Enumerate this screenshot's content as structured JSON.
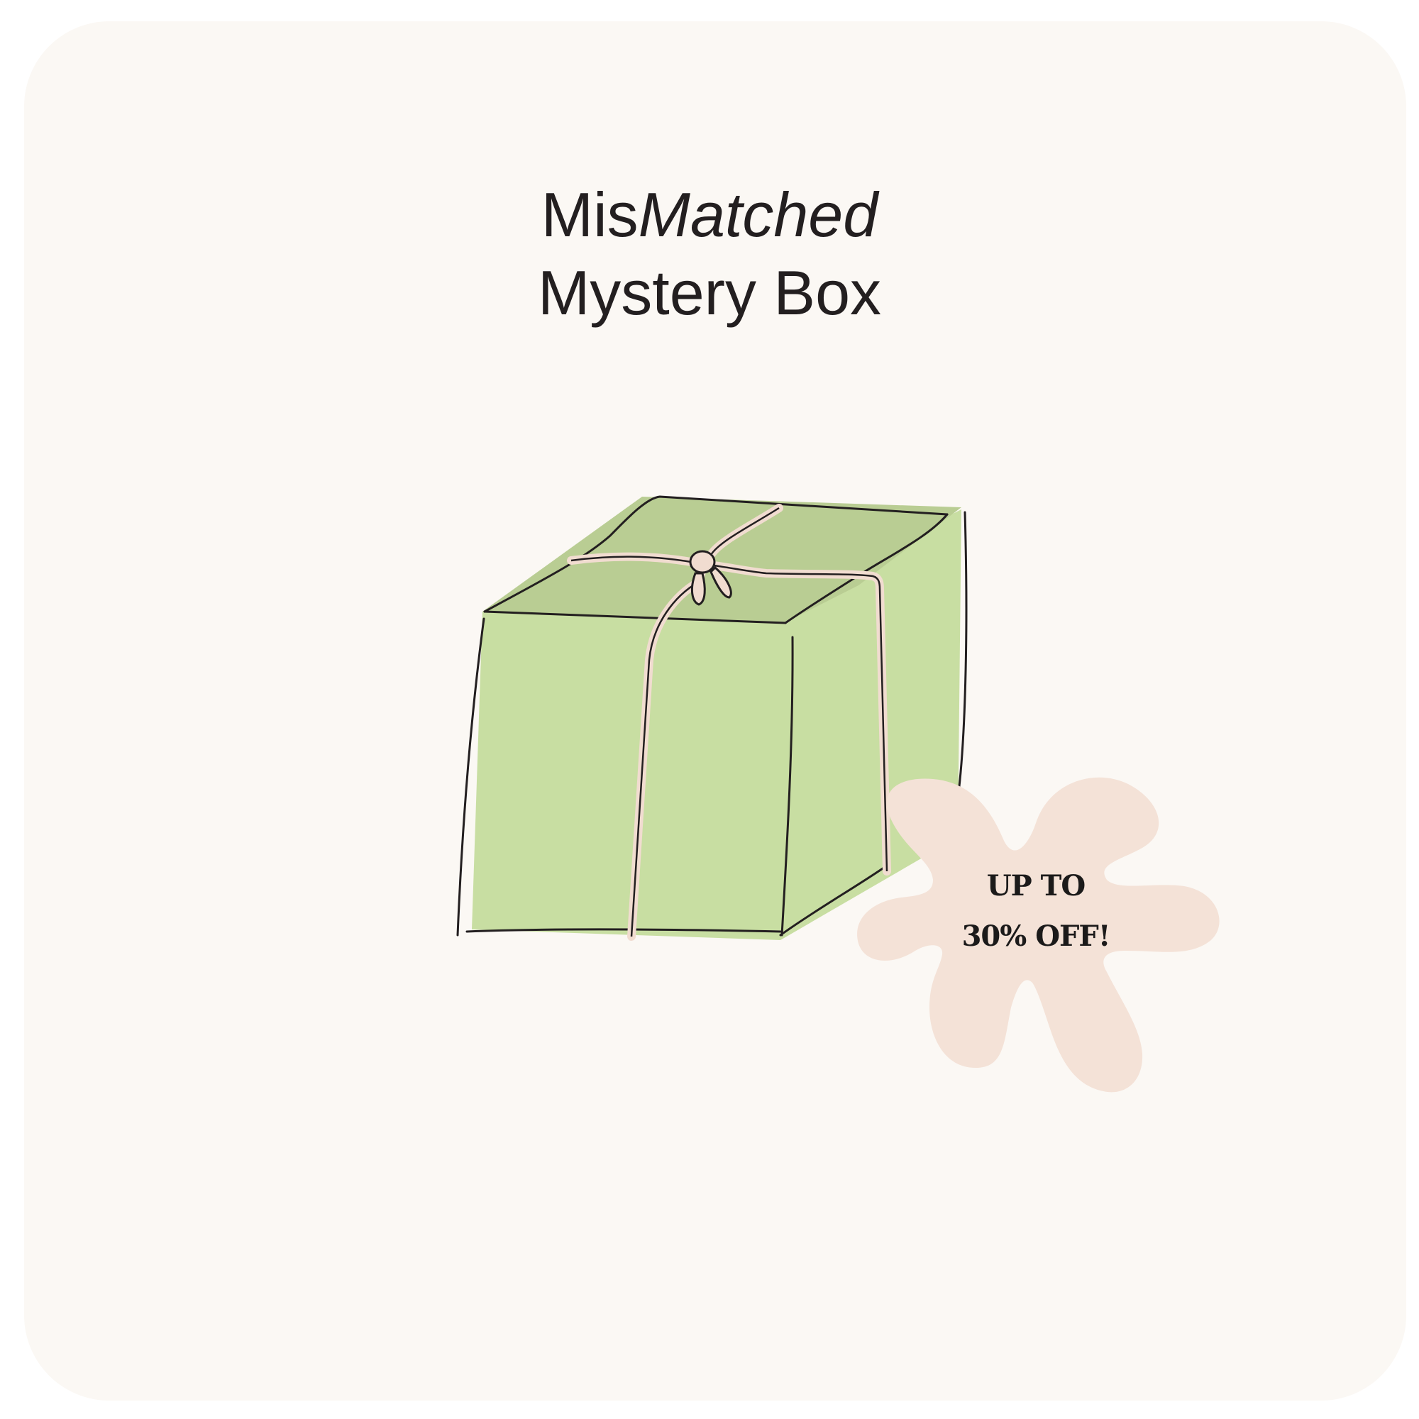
{
  "title": {
    "brand_regular": "Mis",
    "brand_italic": "Matched",
    "subtitle": "Mystery Box"
  },
  "badge": {
    "line1": "UP TO",
    "line2": "30% OFF!"
  },
  "colors": {
    "background": "#fbf8f4",
    "box_front": "#c8dea2",
    "box_top": "#b9cd93",
    "ribbon": "#f1dcd0",
    "badge": "#f4e2d7",
    "ink": "#231f20"
  },
  "icons": {
    "box": "gift-box-illustration",
    "badge": "flower-blob-badge"
  }
}
